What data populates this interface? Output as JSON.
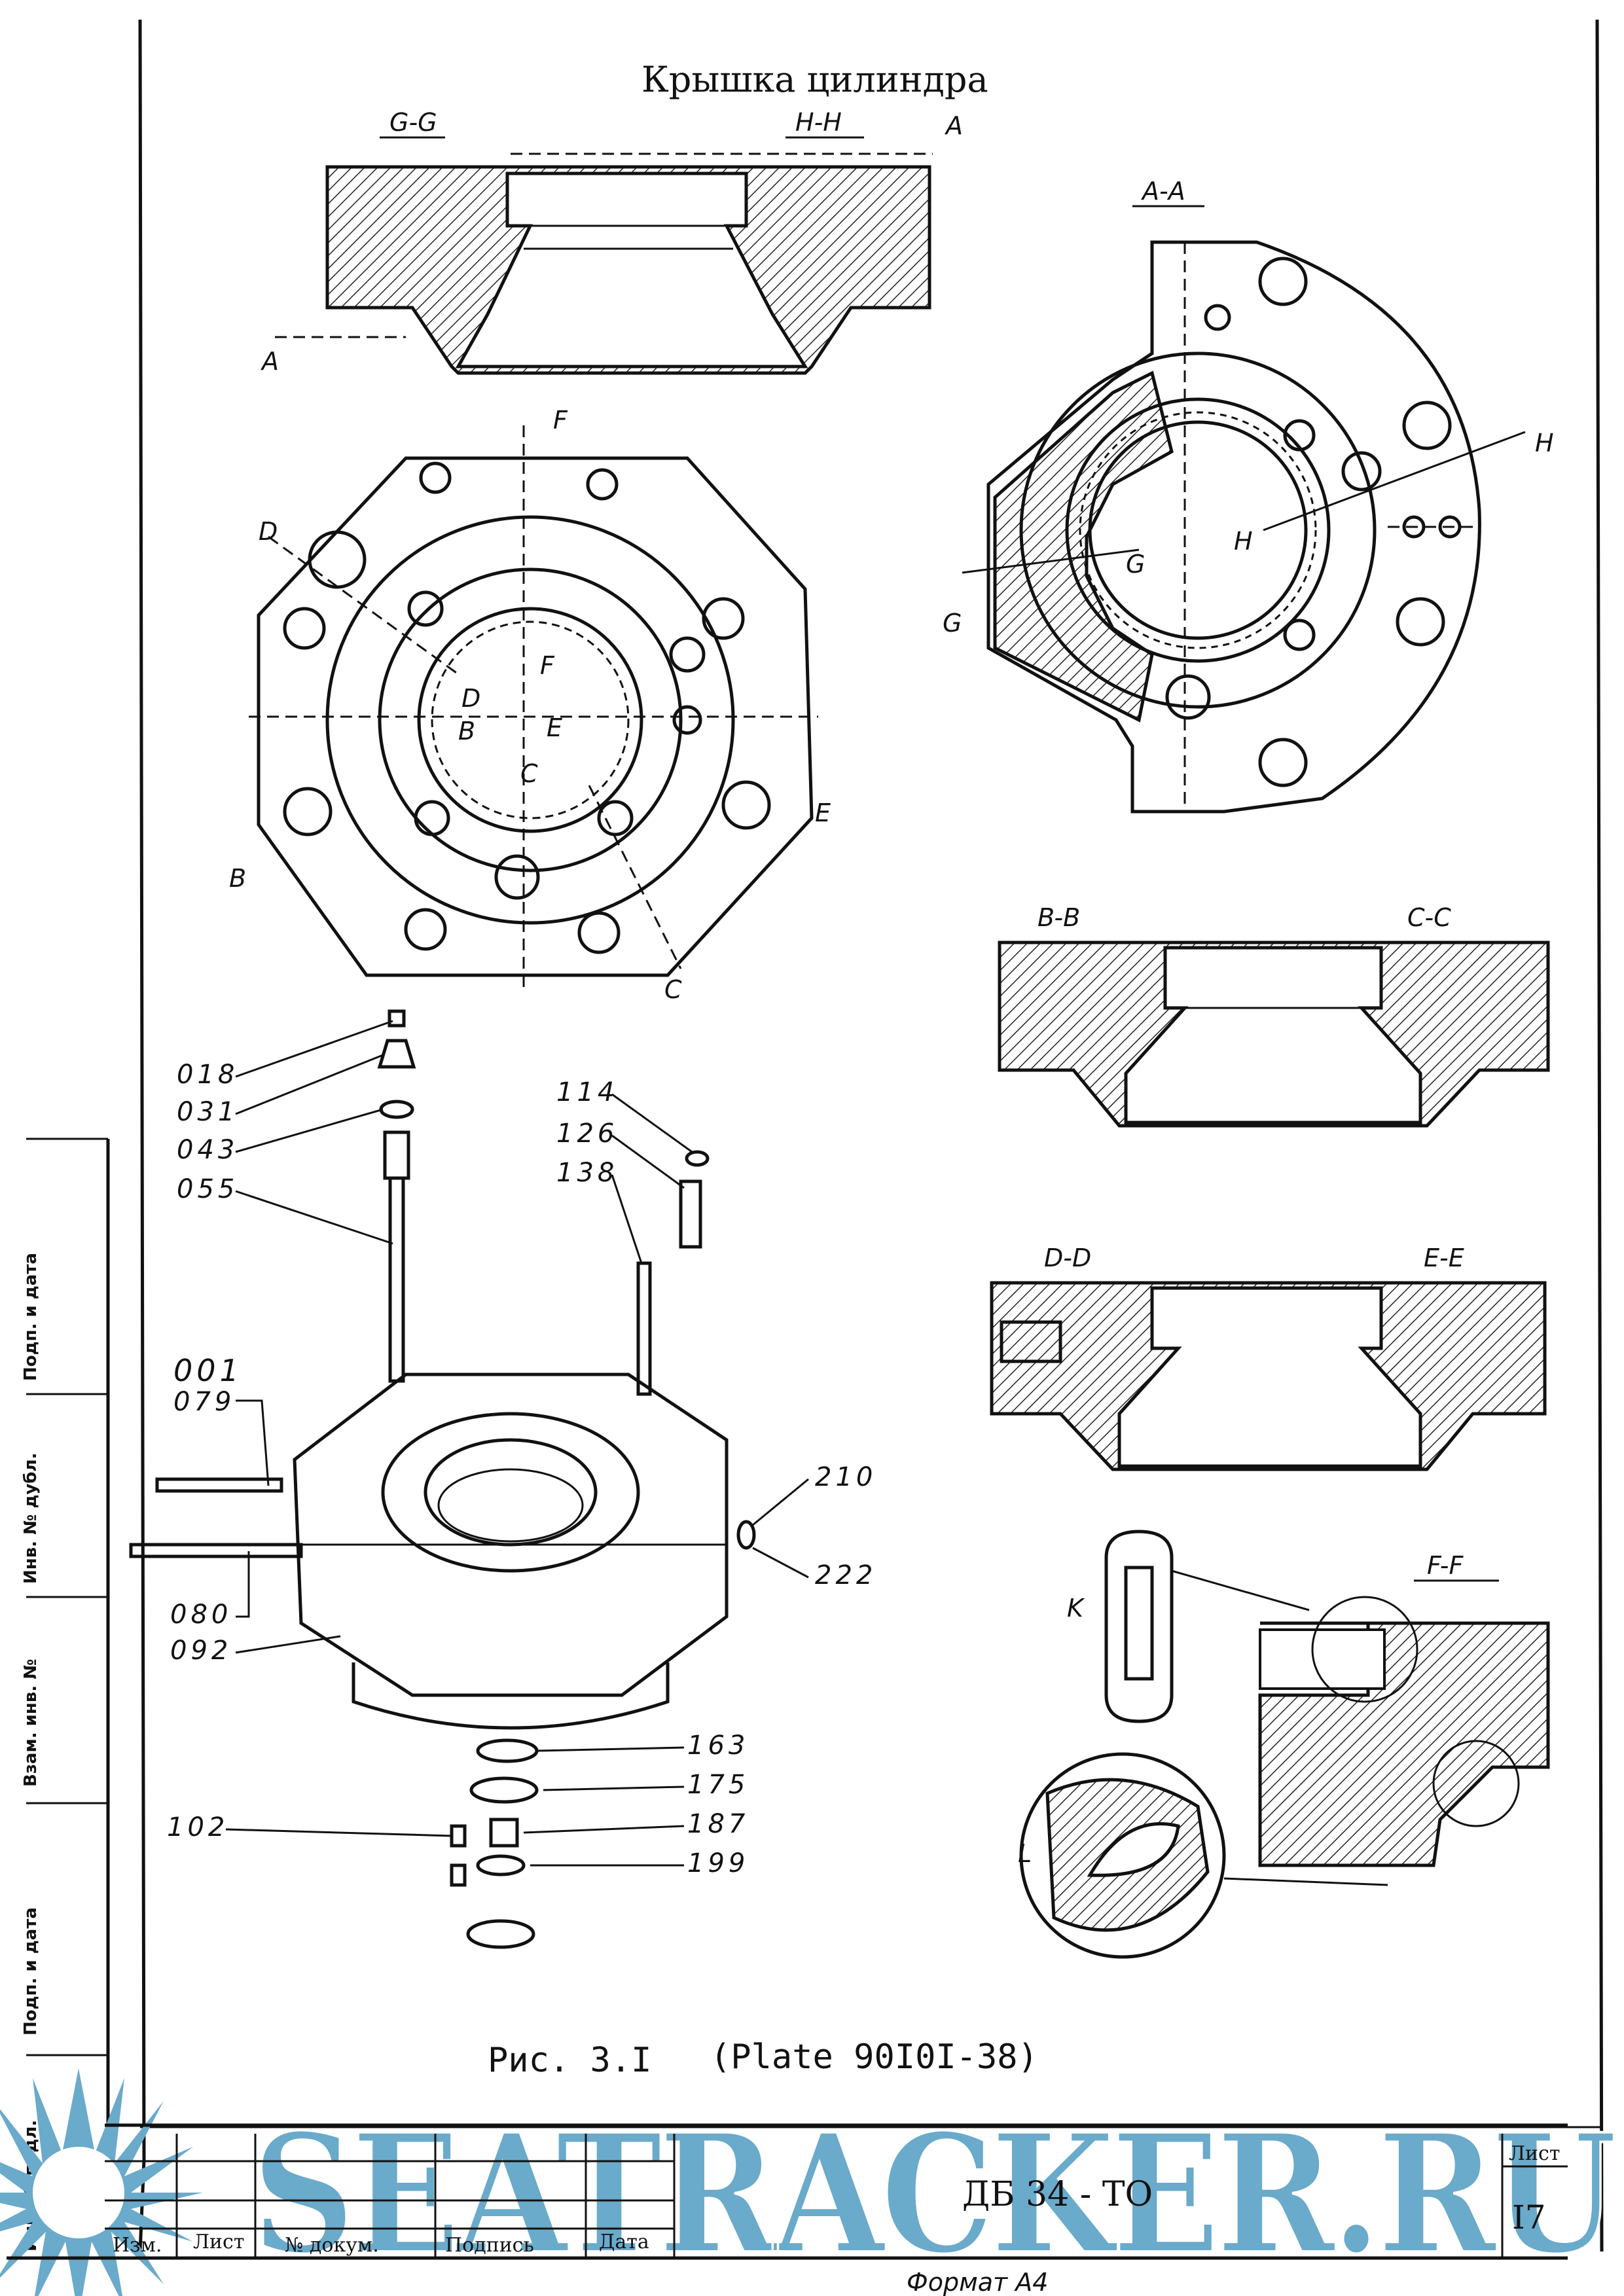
{
  "drawing": {
    "title": "Крышка цилиндра",
    "caption": "Рис. 3.I",
    "plate": "(Plate 90I0I-38)",
    "format": "Формат А4"
  },
  "sections": {
    "gg": "G-G",
    "hh": "H-H",
    "aa": "A-A",
    "bb": "B-B",
    "cc": "C-C",
    "dd": "D-D",
    "ee": "E-E",
    "ff": "F-F",
    "k": "K",
    "l": "L"
  },
  "cut_marks": [
    "A",
    "A",
    "B",
    "B",
    "C",
    "C",
    "D",
    "D",
    "E",
    "E",
    "F",
    "F",
    "G",
    "G",
    "H",
    "H"
  ],
  "part_numbers": {
    "p018": "018",
    "p031": "031",
    "p043": "043",
    "p055": "055",
    "p001": "001",
    "p079": "079",
    "p080": "080",
    "p092": "092",
    "p102": "102",
    "p114": "114",
    "p126": "126",
    "p138": "138",
    "p163": "163",
    "p175": "175",
    "p187": "187",
    "p199": "199",
    "p210": "210",
    "p222": "222"
  },
  "title_block": {
    "doc_code": "ДБ 34 - ТО",
    "sheet_label": "Лист",
    "sheet_number": "I7",
    "col_izm": "Изм.",
    "col_list": "Лист",
    "col_doc": "№ докум.",
    "col_sign": "Подпись",
    "col_date": "Дата"
  },
  "side_stamp": [
    "Подп. и дата",
    "Инв. № дубл.",
    "Взам. инв. №",
    "Подп. и дата",
    "Инв. № подл."
  ],
  "watermark": {
    "text": "SEATRACKER.RU",
    "color": "#6aaacb"
  }
}
